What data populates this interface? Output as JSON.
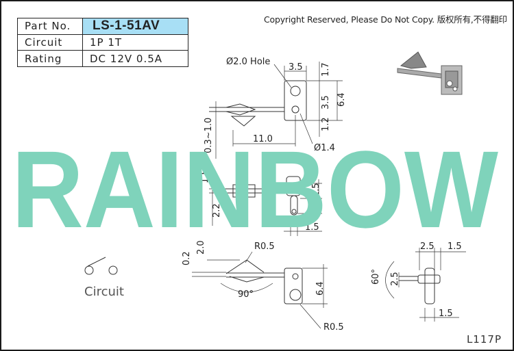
{
  "spec": {
    "part_no_label": "Part No.",
    "part_no_value": "LS-1-51AV",
    "circuit_label": "Circuit",
    "circuit_value": "1P 1T",
    "rating_label": "Rating",
    "rating_value": "DC 12V 0.5A"
  },
  "copyright": "Copyright Reserved, Please Do Not Copy. 版权所有,不得翻印",
  "watermark": "RAINBOW",
  "watermark_color": "#7fd3bb",
  "circuit_caption": "Circuit",
  "drawing_code": "L117P",
  "dimensions": {
    "hole": "Ø2.0 Hole",
    "d35_top": "3.5",
    "d17": "1.7",
    "d35_side": "3.5",
    "d64_top": "6.4",
    "d12": "1.2",
    "d03": "0.3~1.0",
    "d110": "11.0",
    "d14": "Ø1.4",
    "d15_left": "1.5",
    "d22": "2.2",
    "d25a": "2.5",
    "d25b": "2.5",
    "d15_bottom": "1.5",
    "d02": "0.2",
    "d20": "2.0",
    "r05_top": "R0.5",
    "angle90": "90°",
    "d64_bottom": "6.4",
    "r05_bottom": "R0.5",
    "angle60": "60°",
    "d25_right_top": "2.5",
    "d15_right_top": "1.5",
    "d25_right_side": "2.5",
    "d15_right_bottom": "1.5"
  }
}
